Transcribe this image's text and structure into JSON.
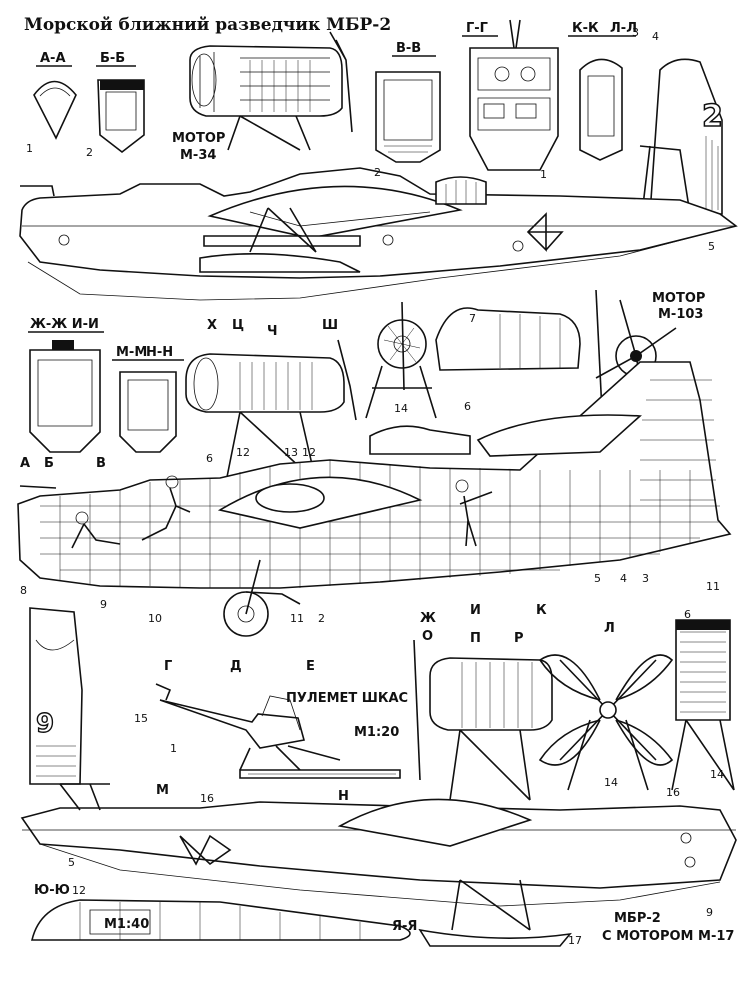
{
  "title": "Морской ближний разведчик МБР-2",
  "sections": {
    "aa": "А-А",
    "bb": "Б-Б",
    "vv": "В-В",
    "gg": "Г-Г",
    "kk": "К-К",
    "ll": "Л-Л",
    "zh_i": "Ж-Ж И-И",
    "mm": "М-М",
    "nn": "Н-Н",
    "yuyu": "Ю-Ю",
    "yaya": "Я-Я"
  },
  "engines": {
    "m34": "МОТОР\nМ-34",
    "m103": "МОТОР\nМ-103",
    "m17": "МБР-2\nС МОТОРОМ М-17"
  },
  "gun": {
    "title": "ПУЛЕМЕТ ШКАС",
    "scale": "М1:20"
  },
  "scale_wing": "М1:40",
  "side_number": "2",
  "tail_number": "9",
  "callouts": [
    "1",
    "2",
    "3",
    "4",
    "5",
    "6",
    "7",
    "8",
    "9",
    "10",
    "11",
    "12",
    "13",
    "14",
    "15",
    "16",
    "17"
  ],
  "station_letters": [
    "Х",
    "Ц",
    "Ч",
    "Ш",
    "А",
    "Б",
    "В",
    "Г",
    "Д",
    "Е",
    "Ж",
    "И",
    "К",
    "Л",
    "О",
    "П",
    "Р",
    "М",
    "Н"
  ]
}
